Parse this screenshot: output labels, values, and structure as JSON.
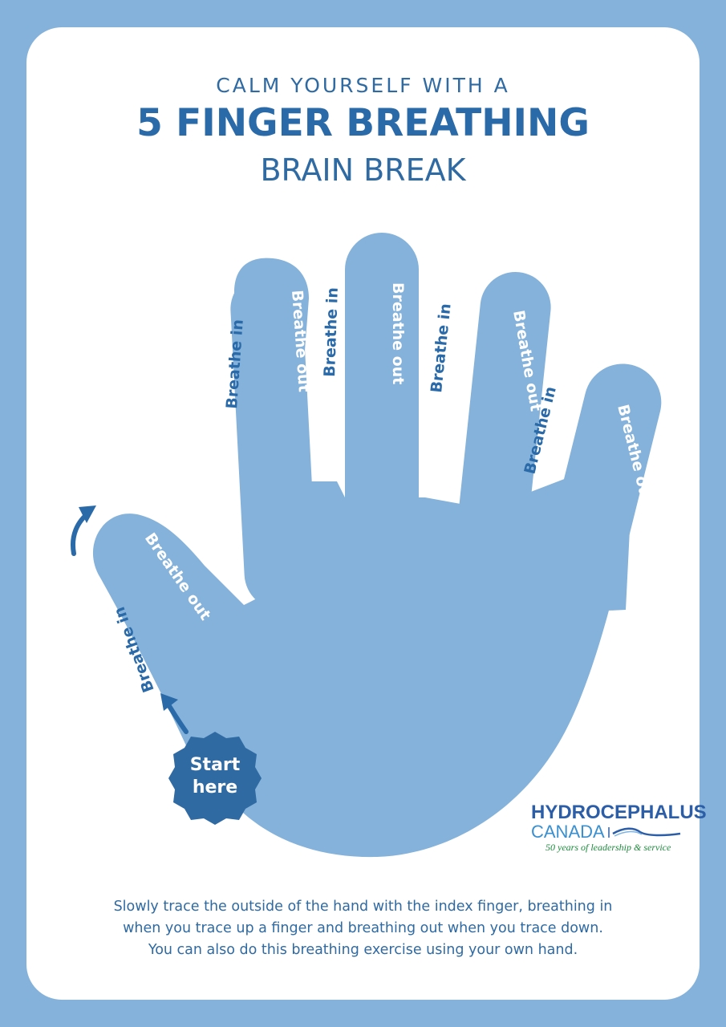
{
  "header": {
    "line1": "CALM YOURSELF WITH A",
    "line2": "5 FINGER BREATHING",
    "line3": "BRAIN BREAK"
  },
  "hand": {
    "start_label_1": "Start",
    "start_label_2": "here",
    "breathe_in": "Breathe in",
    "breathe_out": "Breathe out",
    "labels": [
      "Breathe in",
      "Breathe out",
      "Breathe in",
      "Breathe out",
      "Breathe in",
      "Breathe out",
      "Breathe in",
      "Breathe out",
      "Breathe in",
      "Breathe out"
    ]
  },
  "logo": {
    "line1": "HYDROCEPHALUS",
    "line2": "CANADA",
    "tagline": "50 years of leadership & service"
  },
  "instructions": {
    "line1": "Slowly trace the outside of the hand with the index finger, breathing in",
    "line2": "when you trace up a finger and breathing out when you trace down.",
    "line3": "You can also do this breathing exercise using your own hand."
  },
  "colors": {
    "background": "#84b2da",
    "hand": "#84b2da",
    "dark_blue": "#2a6aa8"
  }
}
